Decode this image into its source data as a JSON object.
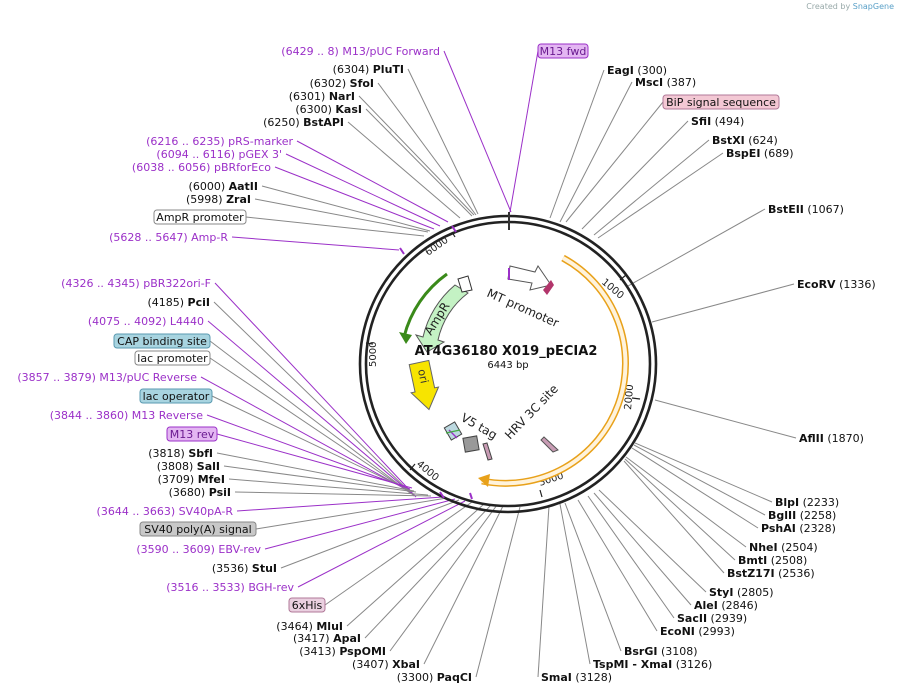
{
  "credit": {
    "prefix": "Created by",
    "brand": "SnapGene"
  },
  "plasmid": {
    "name": "AT4G36180 X019_pECIA2",
    "size": "6443 bp"
  },
  "ticks": [
    "1000",
    "2000",
    "3000",
    "4000",
    "5000",
    "6000"
  ],
  "colors": {
    "primer": "#9b30c8",
    "backbone": "#222222",
    "orf": "#e8a11a",
    "marker": "#7cd17c",
    "ori": "#f7e400"
  },
  "features": {
    "mt_promoter": "MT promoter",
    "hrv": "HRV 3C site",
    "v5": "V5 tag",
    "ampr": "AmpR",
    "ori": "ori"
  },
  "labels": [
    {
      "id": "m13puc-fwd",
      "kind": "primer",
      "pos": "(6429 .. 8)",
      "name": "M13/pUC Forward"
    },
    {
      "id": "m13fwd",
      "kind": "box",
      "name": "M13 fwd",
      "bg": "#e3b6f2",
      "border": "#9b30c8",
      "color": "#6a1a90"
    },
    {
      "id": "pluti",
      "kind": "site",
      "pos": "(6304)",
      "name": "PluTI"
    },
    {
      "id": "sfoi",
      "kind": "site",
      "pos": "(6302)",
      "name": "SfoI"
    },
    {
      "id": "nari",
      "kind": "site",
      "pos": "(6301)",
      "name": "NarI"
    },
    {
      "id": "kasi",
      "kind": "site",
      "pos": "(6300)",
      "name": "KasI"
    },
    {
      "id": "bstapi",
      "kind": "site",
      "pos": "(6250)",
      "name": "BstAPI"
    },
    {
      "id": "prs",
      "kind": "primer",
      "pos": "(6216 .. 6235)",
      "name": "pRS-marker"
    },
    {
      "id": "pgex",
      "kind": "primer",
      "pos": "(6094 .. 6116)",
      "name": "pGEX 3'"
    },
    {
      "id": "pbrforeco",
      "kind": "primer",
      "pos": "(6038 .. 6056)",
      "name": "pBRforEco"
    },
    {
      "id": "aatii",
      "kind": "site",
      "pos": "(6000)",
      "name": "AatII"
    },
    {
      "id": "zrai",
      "kind": "site",
      "pos": "(5998)",
      "name": "ZraI"
    },
    {
      "id": "ampr-promoter",
      "kind": "box",
      "name": "AmpR promoter",
      "bg": "#ffffff",
      "border": "#888888",
      "color": "#111111"
    },
    {
      "id": "amp-r",
      "kind": "primer",
      "pos": "(5628 .. 5647)",
      "name": "Amp-R"
    },
    {
      "id": "pbr322",
      "kind": "primer",
      "pos": "(4326 .. 4345)",
      "name": "pBR322ori-F"
    },
    {
      "id": "pcii",
      "kind": "site",
      "pos": "(4185)",
      "name": "PciI"
    },
    {
      "id": "l4440",
      "kind": "primer",
      "pos": "(4075 .. 4092)",
      "name": "L4440"
    },
    {
      "id": "cap",
      "kind": "box",
      "name": "CAP binding site",
      "bg": "#a8d4e0",
      "border": "#5a9ab0",
      "color": "#111111"
    },
    {
      "id": "lacprom",
      "kind": "box",
      "name": "lac promoter",
      "bg": "#ffffff",
      "border": "#888888",
      "color": "#111111"
    },
    {
      "id": "m13pucrev",
      "kind": "primer",
      "pos": "(3857 .. 3879)",
      "name": "M13/pUC Reverse"
    },
    {
      "id": "lacop",
      "kind": "box",
      "name": "lac operator",
      "bg": "#a8d4e0",
      "border": "#5a9ab0",
      "color": "#111111"
    },
    {
      "id": "m13reverse",
      "kind": "primer",
      "pos": "(3844 .. 3860)",
      "name": "M13 Reverse"
    },
    {
      "id": "m13rev",
      "kind": "box",
      "name": "M13 rev",
      "bg": "#e3b6f2",
      "border": "#9b30c8",
      "color": "#6a1a90"
    },
    {
      "id": "sbfi",
      "kind": "site",
      "pos": "(3818)",
      "name": "SbfI"
    },
    {
      "id": "sali",
      "kind": "site",
      "pos": "(3808)",
      "name": "SalI"
    },
    {
      "id": "mfei",
      "kind": "site",
      "pos": "(3709)",
      "name": "MfeI"
    },
    {
      "id": "psii",
      "kind": "site",
      "pos": "(3680)",
      "name": "PsiI"
    },
    {
      "id": "sv40par",
      "kind": "primer",
      "pos": "(3644 .. 3663)",
      "name": "SV40pA-R"
    },
    {
      "id": "sv40pa",
      "kind": "box",
      "name": "SV40 poly(A) signal",
      "bg": "#c8c8c8",
      "border": "#888888",
      "color": "#111111"
    },
    {
      "id": "ebvrev",
      "kind": "primer",
      "pos": "(3590 .. 3609)",
      "name": "EBV-rev"
    },
    {
      "id": "stui",
      "kind": "site",
      "pos": "(3536)",
      "name": "StuI"
    },
    {
      "id": "bghrev",
      "kind": "primer",
      "pos": "(3516 .. 3533)",
      "name": "BGH-rev"
    },
    {
      "id": "sixhis",
      "kind": "box",
      "name": "6xHis",
      "bg": "#ead0e0",
      "border": "#b07898",
      "color": "#111111"
    },
    {
      "id": "mlui",
      "kind": "site",
      "pos": "(3464)",
      "name": "MluI"
    },
    {
      "id": "apai",
      "kind": "site",
      "pos": "(3417)",
      "name": "ApaI"
    },
    {
      "id": "pspomi",
      "kind": "site",
      "pos": "(3413)",
      "name": "PspOMI"
    },
    {
      "id": "xbai",
      "kind": "site",
      "pos": "(3407)",
      "name": "XbaI"
    },
    {
      "id": "paqci",
      "kind": "site",
      "pos": "(3300)",
      "name": "PaqCI"
    },
    {
      "id": "smai",
      "kind": "site",
      "pos": "(3128)",
      "name": "SmaI"
    },
    {
      "id": "tspmi",
      "kind": "site",
      "name": "TspMI",
      "name2": " - XmaI",
      "pos": "(3126)"
    },
    {
      "id": "bsrgi",
      "kind": "site",
      "name": "BsrGI",
      "pos": "(3108)"
    },
    {
      "id": "econi",
      "kind": "site",
      "name": "EcoNI",
      "pos": "(2993)"
    },
    {
      "id": "sacii",
      "kind": "site",
      "name": "SacII",
      "pos": "(2939)"
    },
    {
      "id": "alei",
      "kind": "site",
      "name": "AleI",
      "pos": "(2846)"
    },
    {
      "id": "styi",
      "kind": "site",
      "name": "StyI",
      "pos": "(2805)"
    },
    {
      "id": "bstz17i",
      "kind": "site",
      "name": "BstZ17I",
      "pos": "(2536)"
    },
    {
      "id": "bmti",
      "kind": "site",
      "name": "BmtI",
      "pos": "(2508)"
    },
    {
      "id": "nhei",
      "kind": "site",
      "name": "NheI",
      "pos": "(2504)"
    },
    {
      "id": "pshai",
      "kind": "site",
      "name": "PshAI",
      "pos": "(2328)"
    },
    {
      "id": "bglii",
      "kind": "site",
      "name": "BglII",
      "pos": "(2258)"
    },
    {
      "id": "bpii",
      "kind": "site",
      "name": "BlpI",
      "pos": "(2233)"
    },
    {
      "id": "aflii",
      "kind": "site",
      "name": "AflII",
      "pos": "(1870)"
    },
    {
      "id": "ecorv",
      "kind": "site",
      "name": "EcoRV",
      "pos": "(1336)"
    },
    {
      "id": "bsteii",
      "kind": "site",
      "name": "BstEII",
      "pos": "(1067)"
    },
    {
      "id": "bspei",
      "kind": "site",
      "name": "BspEI",
      "pos": "(689)"
    },
    {
      "id": "bstxi",
      "kind": "site",
      "name": "BstXI",
      "pos": "(624)"
    },
    {
      "id": "sfii",
      "kind": "site",
      "name": "SfiI",
      "pos": "(494)"
    },
    {
      "id": "bip",
      "kind": "box",
      "name": "BiP signal sequence",
      "bg": "#f3c8d4",
      "border": "#b07898",
      "color": "#111111"
    },
    {
      "id": "msci",
      "kind": "site",
      "name": "MscI",
      "pos": "(387)"
    },
    {
      "id": "eagi",
      "kind": "site",
      "name": "EagI",
      "pos": "(300)"
    }
  ]
}
